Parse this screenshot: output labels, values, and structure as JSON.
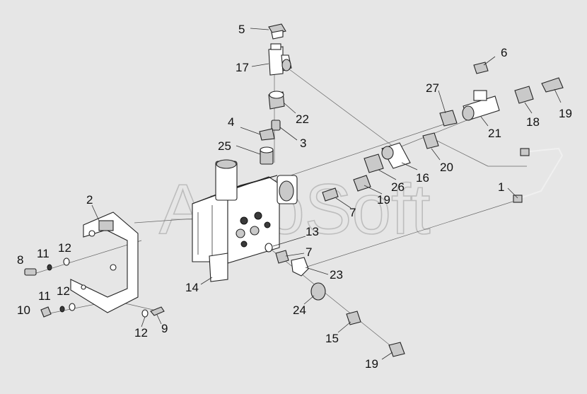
{
  "watermark": "AutoSoft",
  "callouts": [
    {
      "id": "c1",
      "text": "1"
    },
    {
      "id": "c2",
      "text": "2"
    },
    {
      "id": "c3",
      "text": "3"
    },
    {
      "id": "c4",
      "text": "4"
    },
    {
      "id": "c5",
      "text": "5"
    },
    {
      "id": "c6",
      "text": "6"
    },
    {
      "id": "c7a",
      "text": "7"
    },
    {
      "id": "c7b",
      "text": "7"
    },
    {
      "id": "c8",
      "text": "8"
    },
    {
      "id": "c9",
      "text": "9"
    },
    {
      "id": "c10",
      "text": "10"
    },
    {
      "id": "c11a",
      "text": "11"
    },
    {
      "id": "c11b",
      "text": "11"
    },
    {
      "id": "c12a",
      "text": "12"
    },
    {
      "id": "c12b",
      "text": "12"
    },
    {
      "id": "c12c",
      "text": "12"
    },
    {
      "id": "c13",
      "text": "13"
    },
    {
      "id": "c14",
      "text": "14"
    },
    {
      "id": "c15",
      "text": "15"
    },
    {
      "id": "c16",
      "text": "16"
    },
    {
      "id": "c17",
      "text": "17"
    },
    {
      "id": "c18",
      "text": "18"
    },
    {
      "id": "c19a",
      "text": "19"
    },
    {
      "id": "c19b",
      "text": "19"
    },
    {
      "id": "c19c",
      "text": "19"
    },
    {
      "id": "c20",
      "text": "20"
    },
    {
      "id": "c21",
      "text": "21"
    },
    {
      "id": "c22",
      "text": "22"
    },
    {
      "id": "c23",
      "text": "23"
    },
    {
      "id": "c24",
      "text": "24"
    },
    {
      "id": "c25",
      "text": "25"
    },
    {
      "id": "c26",
      "text": "26"
    },
    {
      "id": "c27",
      "text": "27"
    }
  ]
}
